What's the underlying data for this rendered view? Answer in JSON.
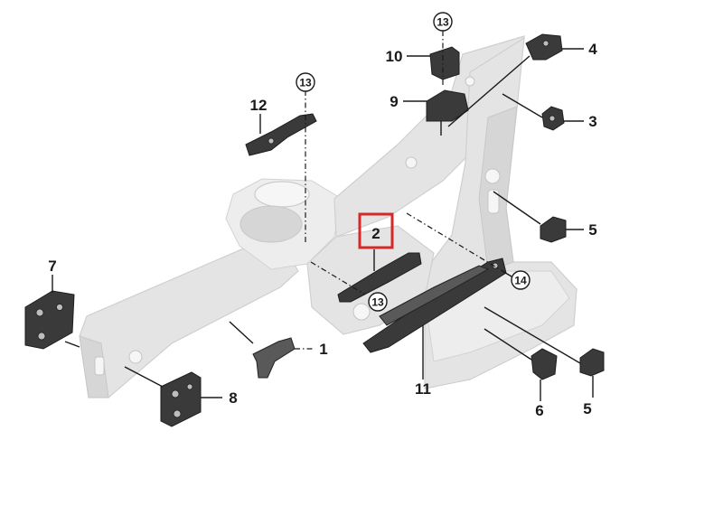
{
  "callouts": {
    "c1": "1",
    "c2": "2",
    "c3": "3",
    "c4": "4",
    "c5a": "5",
    "c5b": "5",
    "c6": "6",
    "c7": "7",
    "c8": "8",
    "c9": "9",
    "c10": "10",
    "c11": "11",
    "c12": "12",
    "c13a": "13",
    "c13b": "13",
    "c13c": "13",
    "c14": "14"
  },
  "highlight": {
    "label": "2",
    "color": "#d62828"
  },
  "colors": {
    "ink": "#1a1a1a",
    "part": "#3a3a3a",
    "body": "#e4e4e4"
  }
}
